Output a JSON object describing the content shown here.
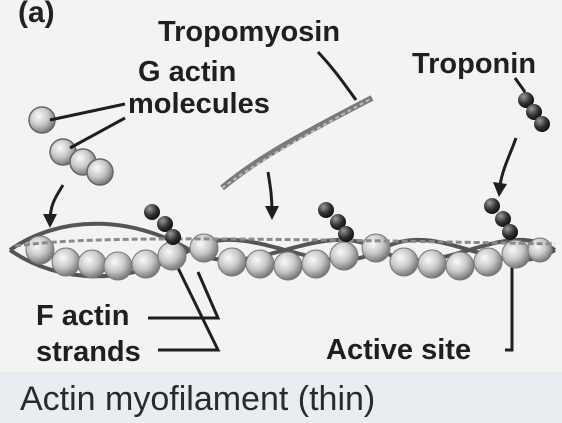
{
  "figure": {
    "panel_label": "(a)",
    "labels": {
      "tropomyosin": "Tropomyosin",
      "troponin": "Troponin",
      "g_actin_line1": "G actin",
      "g_actin_line2": "molecules",
      "f_actin_line1": "F actin",
      "f_actin_line2": "strands",
      "active_site": "Active site"
    },
    "caption": "Actin myofilament (thin)"
  },
  "colors": {
    "background": "#f3f3f1",
    "caption_band": "#e7edf0",
    "ink": "#1f1f1f",
    "bead": "#cfcfcf",
    "strand": "#6a6a6a",
    "troponin": "#3a3a3a"
  }
}
